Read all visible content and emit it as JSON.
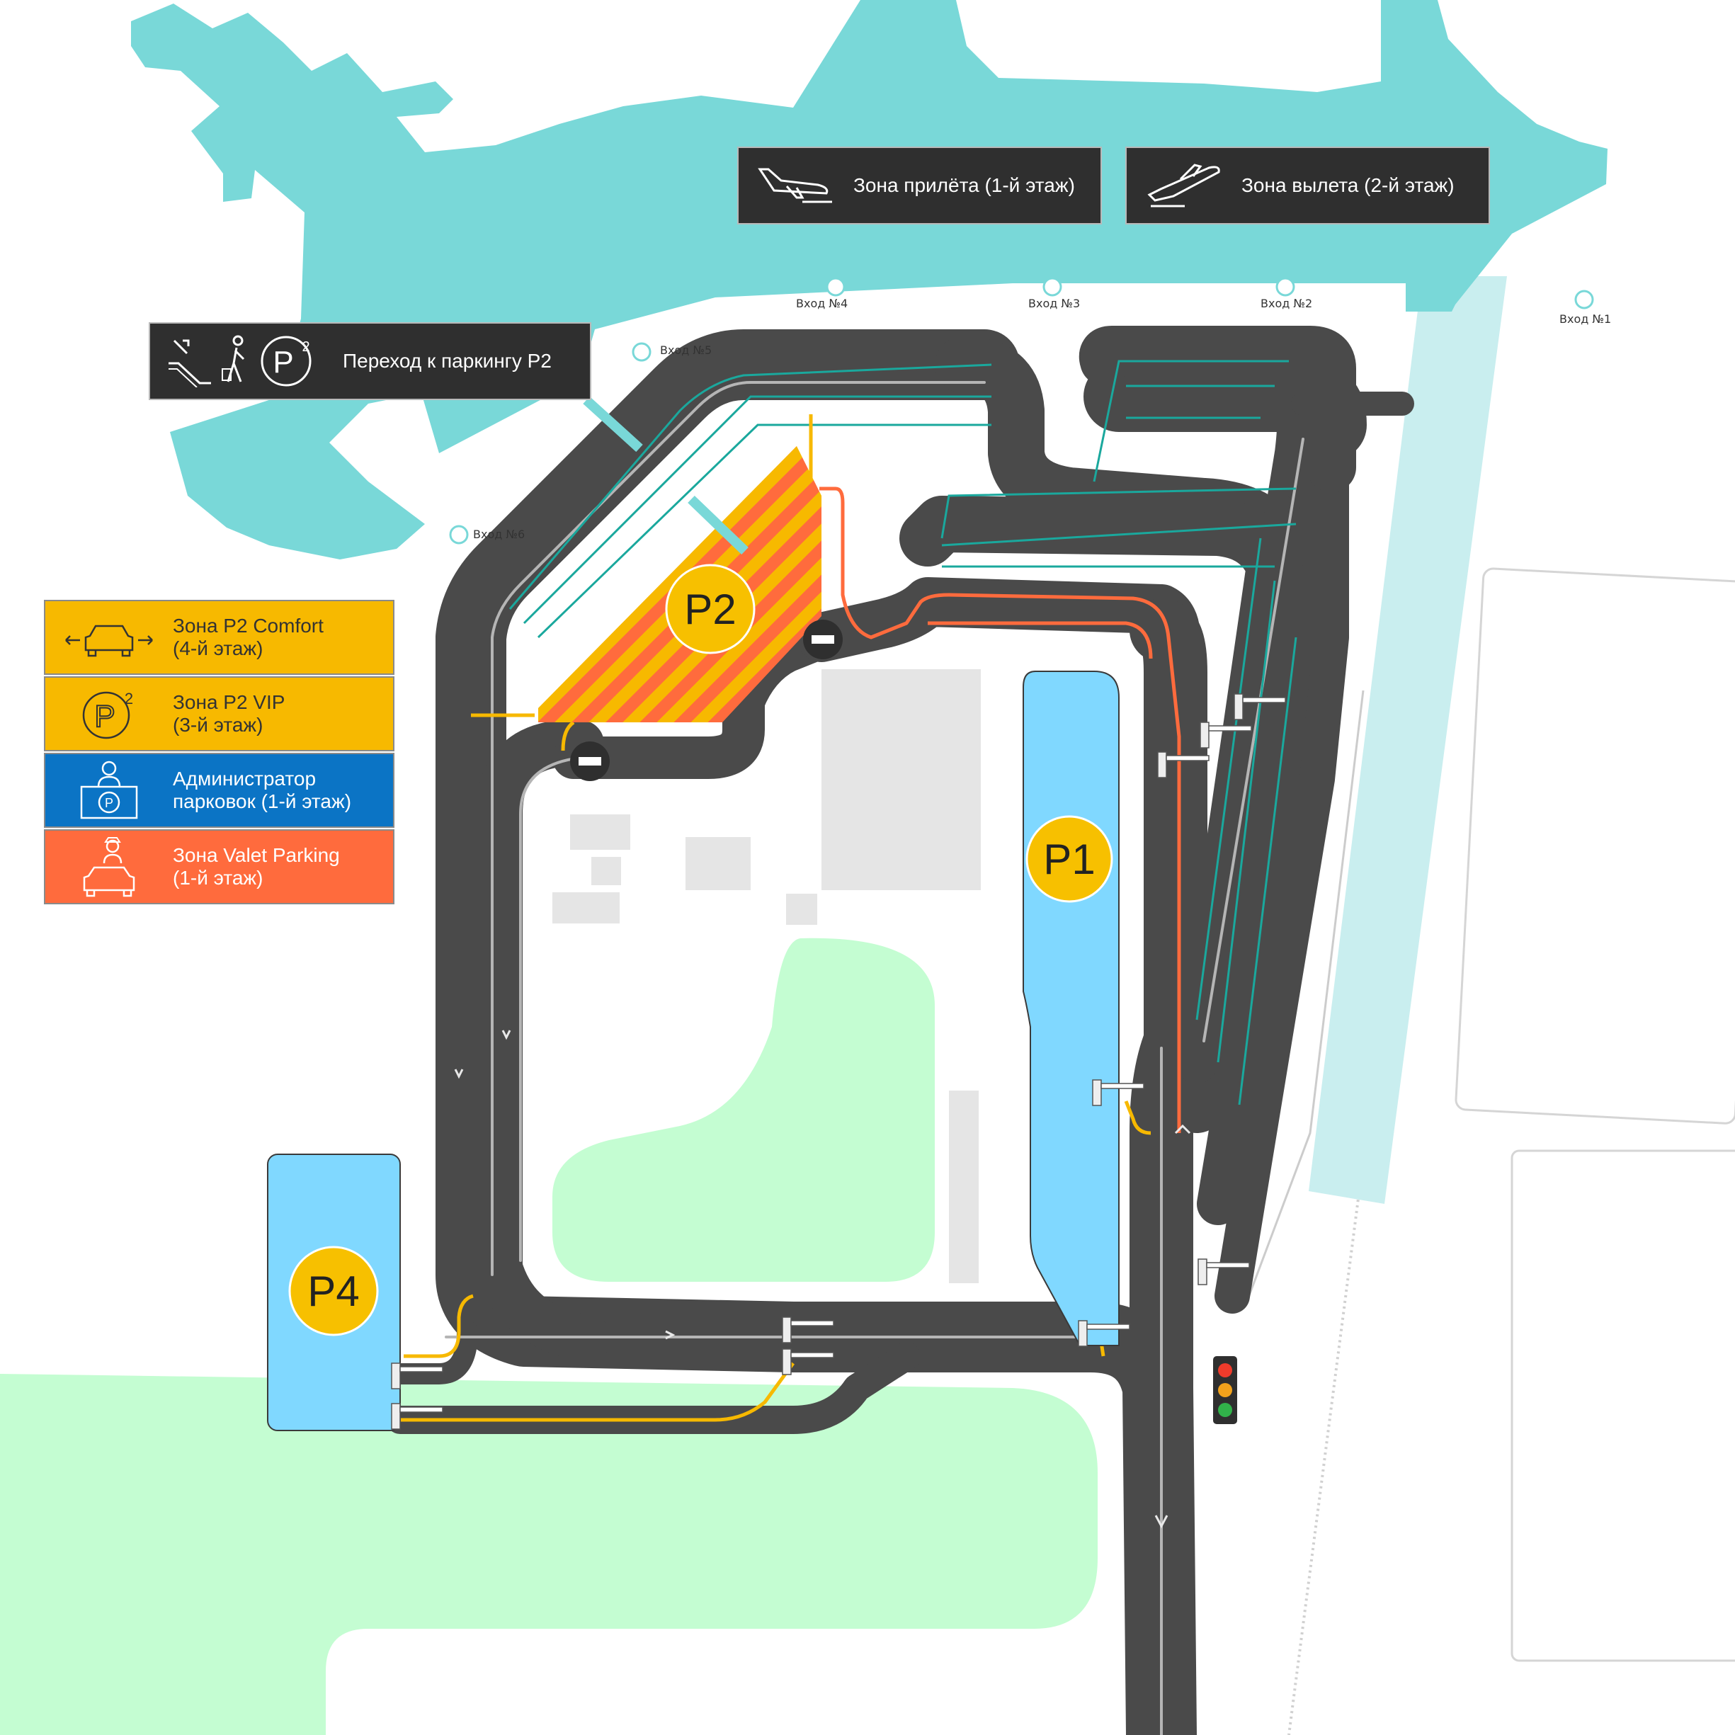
{
  "signs": {
    "arrivals": {
      "label": "Зона прилёта (1-й этаж)",
      "icon": "plane-landing-icon"
    },
    "departures": {
      "label": "Зона вылета (2-й этаж)",
      "icon": "plane-takeoff-icon"
    },
    "p2_transfer": {
      "label": "Переход к паркингу P2",
      "icons": [
        "escalator-icon",
        "walking-traveler-icon",
        "p2-parking-icon"
      ]
    }
  },
  "entrances": [
    {
      "label": "Вход №4"
    },
    {
      "label": "Вход №3"
    },
    {
      "label": "Вход №2"
    },
    {
      "label": "Вход №1"
    },
    {
      "label": "Вход №5"
    },
    {
      "label": "Вход №6"
    }
  ],
  "parkings": {
    "p1": "P1",
    "p2": "P2",
    "p4": "P4"
  },
  "legend": [
    {
      "line1": "Зона P2 Comfort",
      "line2": "(4-й этаж)",
      "color": "#f7b900",
      "icon": "car-comfort-icon"
    },
    {
      "line1": "Зона P2 VIP",
      "line2": "(3-й этаж)",
      "color": "#f7b900",
      "icon": "p2-vip-icon"
    },
    {
      "line1": "Администратор",
      "line2": "парковок (1-й этаж)",
      "color": "#0b74c5",
      "icon": "parking-admin-icon"
    },
    {
      "line1": "Зона Valet Parking",
      "line2": "(1-й этаж)",
      "color": "#ff6b3d",
      "icon": "valet-parking-icon"
    }
  ],
  "colors": {
    "terminal": "#79d8d8",
    "road": "#4a4a4a",
    "green_area": "#c4fdd2",
    "parking_blue": "#80d8ff",
    "badge_yellow": "#f7c000",
    "route_teal": "#1aa89d",
    "route_orange": "#ff6b3d",
    "route_yellow": "#f7b900",
    "building_grey": "#e5e5e5"
  }
}
